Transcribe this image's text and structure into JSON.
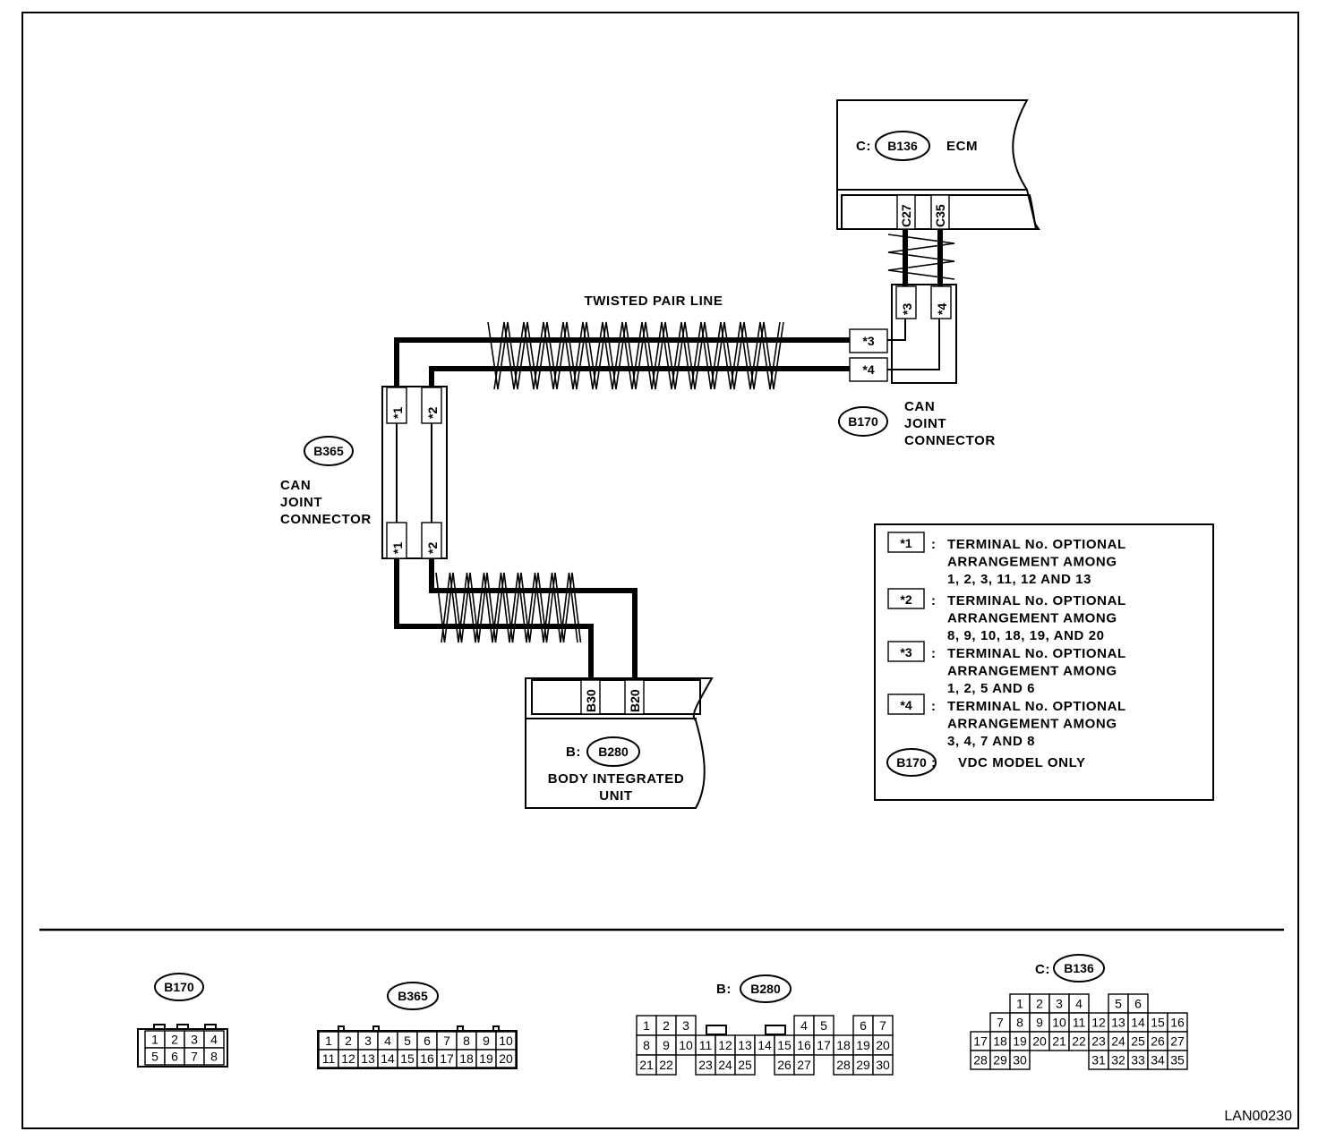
{
  "ecm": {
    "prefix": "C:",
    "code": "B136",
    "name": "ECM",
    "terminals": [
      "C27",
      "C35"
    ]
  },
  "twisted_pair_label": "TWISTED PAIR LINE",
  "joint_b170": {
    "code": "B170",
    "label_lines": [
      "CAN",
      "JOINT",
      "CONNECTOR"
    ],
    "terminals": [
      "*3",
      "*4"
    ]
  },
  "joint_b365": {
    "code": "B365",
    "label_lines": [
      "CAN",
      "JOINT",
      "CONNECTOR"
    ],
    "terminals": [
      "*1",
      "*2"
    ]
  },
  "body_unit": {
    "prefix": "B:",
    "code": "B280",
    "name_lines": [
      "BODY INTEGRATED",
      "UNIT"
    ],
    "terminals": [
      "B30",
      "B20"
    ]
  },
  "legend": [
    {
      "key": "*1",
      "sep": ":",
      "lines": [
        "TERMINAL No. OPTIONAL",
        "ARRANGEMENT AMONG",
        "1, 2, 3, 11, 12 AND 13"
      ]
    },
    {
      "key": "*2",
      "sep": ":",
      "lines": [
        "TERMINAL No. OPTIONAL",
        "ARRANGEMENT AMONG",
        "8, 9, 10, 18, 19, AND 20"
      ]
    },
    {
      "key": "*3",
      "sep": ":",
      "lines": [
        "TERMINAL No. OPTIONAL",
        "ARRANGEMENT AMONG",
        "1, 2, 5 AND 6"
      ]
    },
    {
      "key": "*4",
      "sep": ":",
      "lines": [
        "TERMINAL No. OPTIONAL",
        "ARRANGEMENT AMONG",
        "3, 4, 7 AND 8"
      ]
    },
    {
      "key": "B170",
      "sep": ":",
      "lines": [
        "VDC MODEL ONLY"
      ]
    }
  ],
  "connector_faces": {
    "b170": {
      "code": "B170",
      "rows": [
        [
          "1",
          "2",
          "3",
          "4"
        ],
        [
          "5",
          "6",
          "7",
          "8"
        ]
      ]
    },
    "b365": {
      "code": "B365",
      "rows": [
        [
          "1",
          "2",
          "3",
          "4",
          "5",
          "6",
          "7",
          "8",
          "9",
          "10"
        ],
        [
          "11",
          "12",
          "13",
          "14",
          "15",
          "16",
          "17",
          "18",
          "19",
          "20"
        ]
      ]
    },
    "b280": {
      "prefix": "B:",
      "code": "B280",
      "rows": [
        [
          "1",
          "2",
          "3",
          "",
          "",
          "",
          "",
          "",
          "4",
          "5",
          "",
          "6",
          "7"
        ],
        [
          "8",
          "9",
          "10",
          "11",
          "12",
          "13",
          "14",
          "15",
          "16",
          "17",
          "18",
          "19",
          "20"
        ],
        [
          "21",
          "22",
          "",
          "23",
          "24",
          "25",
          "",
          "26",
          "27",
          "",
          "28",
          "29",
          "30"
        ]
      ]
    },
    "b136": {
      "prefix": "C:",
      "code": "B136",
      "rows": [
        [
          "",
          "1",
          "2",
          "3",
          "4",
          "",
          "5",
          "6",
          ""
        ],
        [
          "",
          "7",
          "8",
          "9",
          "10",
          "11",
          "12",
          "13",
          "14",
          "15",
          "16"
        ],
        [
          "17",
          "18",
          "19",
          "20",
          "21",
          "22",
          "23",
          "24",
          "25",
          "26",
          "27"
        ],
        [
          "28",
          "29",
          "30",
          "",
          "",
          "",
          "31",
          "32",
          "33",
          "34",
          "35"
        ]
      ]
    }
  },
  "figure_id": "LAN00230"
}
